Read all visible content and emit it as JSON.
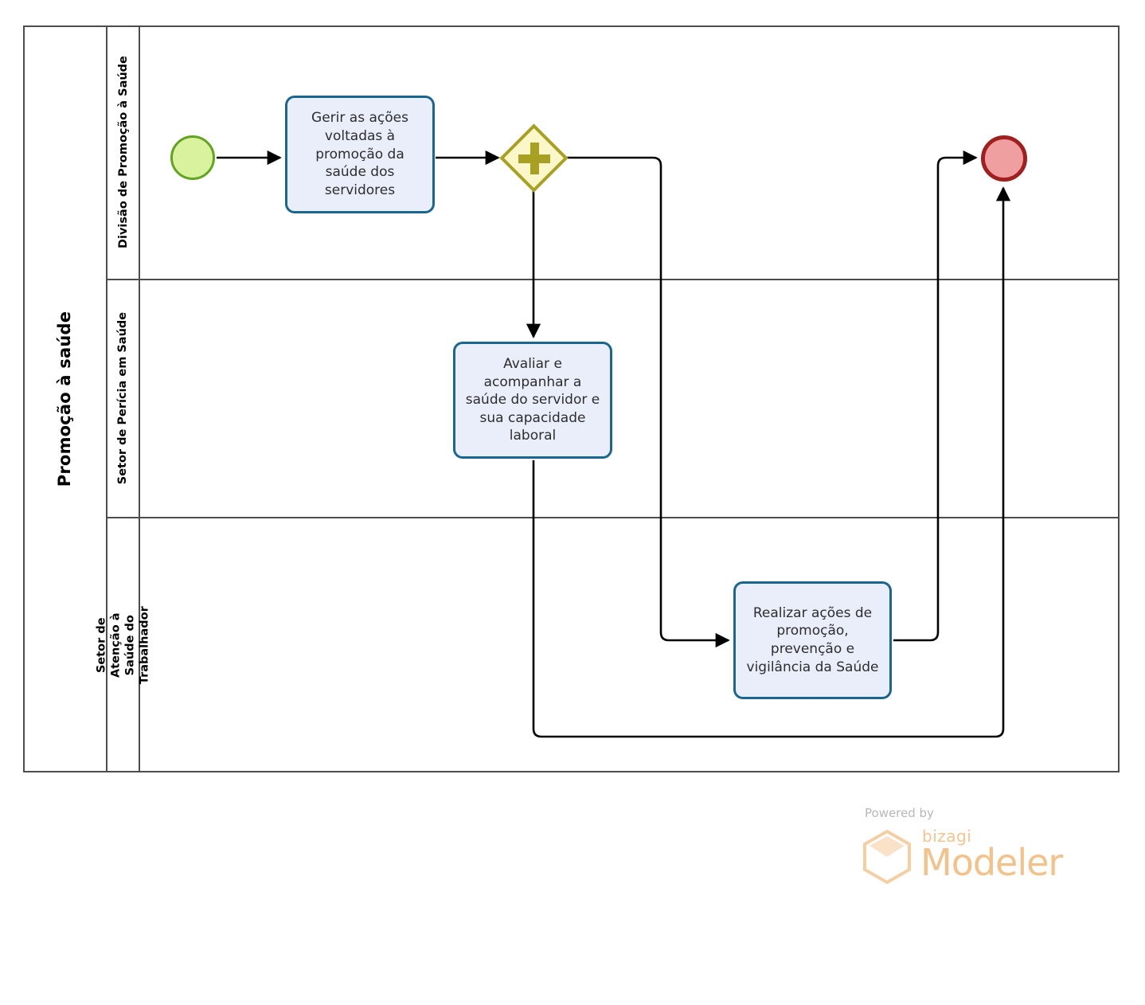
{
  "diagram": {
    "type": "bpmn-process",
    "pool": {
      "label": "Promoção à saúde"
    },
    "lanes": [
      {
        "id": "lane1",
        "label": "Divisão de Promoção à Saúde"
      },
      {
        "id": "lane2",
        "label": "Setor de Perícia em Saúde"
      },
      {
        "id": "lane3",
        "label": "Setor de Atenção à Saúde do\nTrabalhador"
      }
    ],
    "events": [
      {
        "id": "start-event",
        "kind": "start-event",
        "lane": "lane1",
        "label": ""
      },
      {
        "id": "end-event",
        "kind": "end-event",
        "lane": "lane1",
        "label": ""
      }
    ],
    "gateways": [
      {
        "id": "gateway",
        "kind": "parallel-gateway",
        "lane": "lane1",
        "label": ""
      }
    ],
    "tasks": [
      {
        "id": "task-gerir",
        "lane": "lane1",
        "label": "Gerir as ações voltadas à promoção da saúde dos servidores"
      },
      {
        "id": "task-avaliar",
        "lane": "lane2",
        "label": "Avaliar e acompanhar a saúde do servidor e sua capacidade laboral"
      },
      {
        "id": "task-realizar",
        "lane": "lane3",
        "label": "Realizar ações de promoção, prevenção e vigilância da Saúde"
      }
    ],
    "flows": [
      {
        "from": "start-event",
        "to": "task-gerir"
      },
      {
        "from": "task-gerir",
        "to": "gateway"
      },
      {
        "from": "gateway",
        "to": "task-avaliar"
      },
      {
        "from": "gateway",
        "to": "task-realizar"
      },
      {
        "from": "task-realizar",
        "to": "end-event"
      },
      {
        "from": "task-avaliar",
        "to": "end-event"
      }
    ]
  },
  "branding": {
    "powered_by": "Powered by",
    "brand": "bizagi",
    "product": "Modeler"
  },
  "colors": {
    "task_fill": "#eaeefb",
    "task_border": "#19668f",
    "start_fill": "#d9f29e",
    "start_border": "#62a420",
    "end_fill": "#ef9f9f",
    "end_border": "#a01f1f",
    "gateway_fill": "#fbf7c8",
    "gateway_border": "#a8a023",
    "lane_border": "#4d4d4d",
    "connector": "#000000",
    "brand": "#f3c28a"
  }
}
